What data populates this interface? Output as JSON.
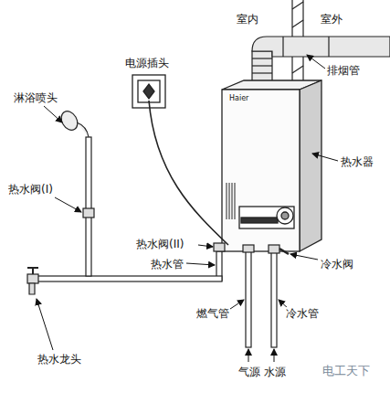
{
  "diagram": {
    "labels": [
      "室内",
      "室外",
      "排烟管",
      "电源插头",
      "Haier",
      "热水器",
      "淋浴喷头",
      "热水阀(I)",
      "热水阀(II)",
      "热水管",
      "冷水阀",
      "燃气管",
      "冷水管",
      "热水龙头",
      "气源",
      "水源",
      "电工天下"
    ]
  }
}
